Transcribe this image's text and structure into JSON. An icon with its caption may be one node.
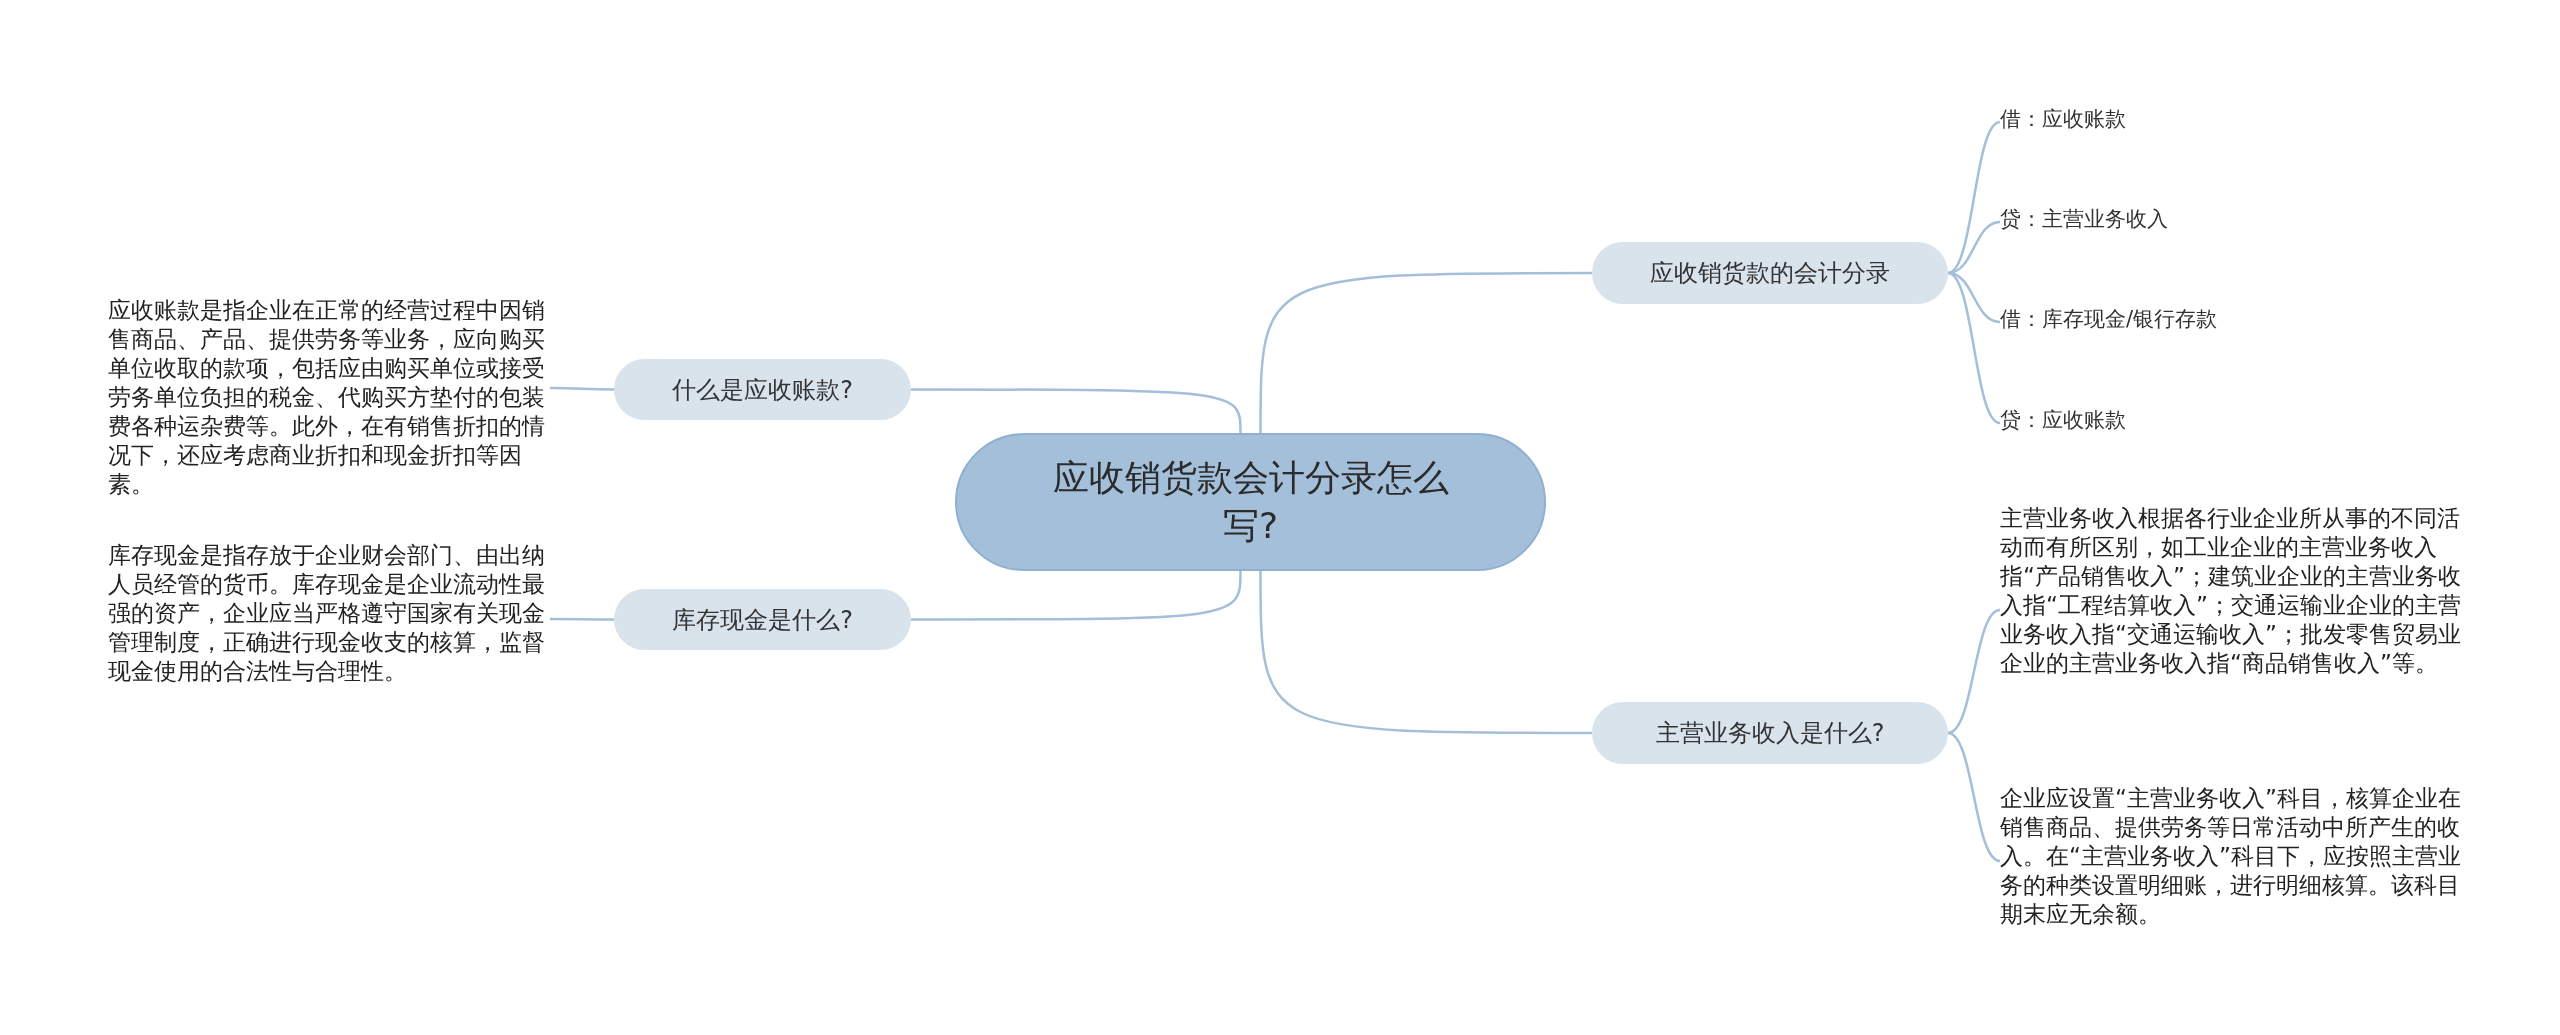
{
  "diagram": {
    "nodes": [
      {
        "text": [
          "应收销货款会计分录怎么写?"
        ]
      },
      {
        "text": [
          "应收销货款的会计分录"
        ]
      },
      {
        "text": [
          "借：应收账款"
        ]
      },
      {
        "text": [
          "贷：主营业务收入"
        ]
      },
      {
        "text": [
          "借：库存现金/银行存款"
        ]
      },
      {
        "text": [
          "贷：应收账款"
        ]
      },
      {
        "text": [
          "什么是应收账款?"
        ]
      },
      {
        "text": [
          "应收账款是指企业在正常的经营过程中因销售商品、产品、提供劳务等业务，应向购买单位收取的款项，包括应由购买单位或接受劳务单位负担的税金、代购买方垫付的包装费各种运杂费等。此外，在有销售折扣的情况下，还应考虑商业折扣和现金折扣等因素。"
        ]
      },
      {
        "text": [
          "库存现金是什么?"
        ]
      },
      {
        "text": [
          "库存现金是指存放于企业财会部门、由出纳人员经管的货币。库存现金是企业流动性最强的资产，企业应当严格遵守国家有关现金管理制度，正确进行现金收支的核算，监督现金使用的合法性与合理性。"
        ]
      },
      {
        "text": [
          "主营业务收入是什么?"
        ]
      },
      {
        "text": [
          "主营业务收入根据各行业企业所从事的不同活动而有所区别，如工业企业的主营业务收入指“产品销售收入”；建筑业企业的主营业务收入指“工程结算收入”；交通运输业企业的主营业务收入指“交通运输收入”；批发零售贸易业企业的主营业务收入指“商品销售收入”等。"
        ]
      },
      {
        "text": [
          "企业应设置“主营业务收入”科目，核算企业在销售商品、提供劳务等日常活动中所产生的收入。在“主营业务收入”科目下，应按照主营业务的种类设置明细账，进行明细核算。该科目期末应无余额。"
        ]
      }
    ],
    "edges": [
      {
        "from": 0,
        "to": 1,
        "arrow": "none"
      },
      {
        "from": 1,
        "to": 2,
        "arrow": "none"
      },
      {
        "from": 1,
        "to": 3,
        "arrow": "none"
      },
      {
        "from": 1,
        "to": 4,
        "arrow": "none"
      },
      {
        "from": 1,
        "to": 5,
        "arrow": "none"
      },
      {
        "from": 0,
        "to": 6,
        "arrow": "none"
      },
      {
        "from": 6,
        "to": 7,
        "arrow": "none"
      },
      {
        "from": 0,
        "to": 8,
        "arrow": "none"
      },
      {
        "from": 8,
        "to": 9,
        "arrow": "none"
      },
      {
        "from": 0,
        "to": 10,
        "arrow": "none"
      },
      {
        "from": 10,
        "to": 11,
        "arrow": "none"
      },
      {
        "from": 10,
        "to": 12,
        "arrow": "none"
      }
    ]
  }
}
